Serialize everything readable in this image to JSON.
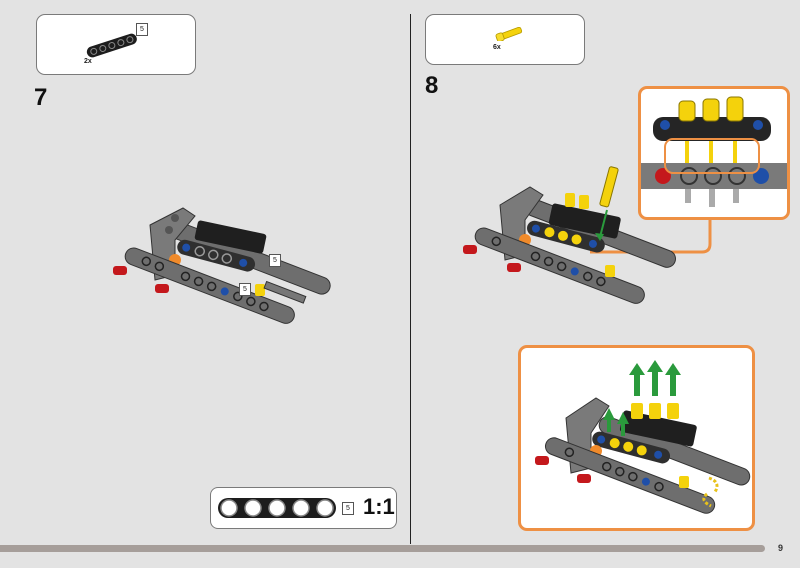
{
  "page": {
    "page_number": "9"
  },
  "step7": {
    "step_number": "7",
    "parts": [
      {
        "part": "black-beam-5",
        "quantity": "2x",
        "length": "5"
      }
    ],
    "model_labels": [
      "5",
      "5"
    ]
  },
  "step8": {
    "step_number": "8",
    "parts": [
      {
        "part": "yellow-axle-pin",
        "quantity": "6x"
      }
    ]
  },
  "scale_reference": {
    "length_label": "5",
    "scale_text": "1:1"
  },
  "colors": {
    "background": "#e3e3e3",
    "callout_border": "#ee9044",
    "divider": "#222222",
    "footer_bar": "#a69e9a",
    "arrow_green": "#2a9a3c"
  }
}
